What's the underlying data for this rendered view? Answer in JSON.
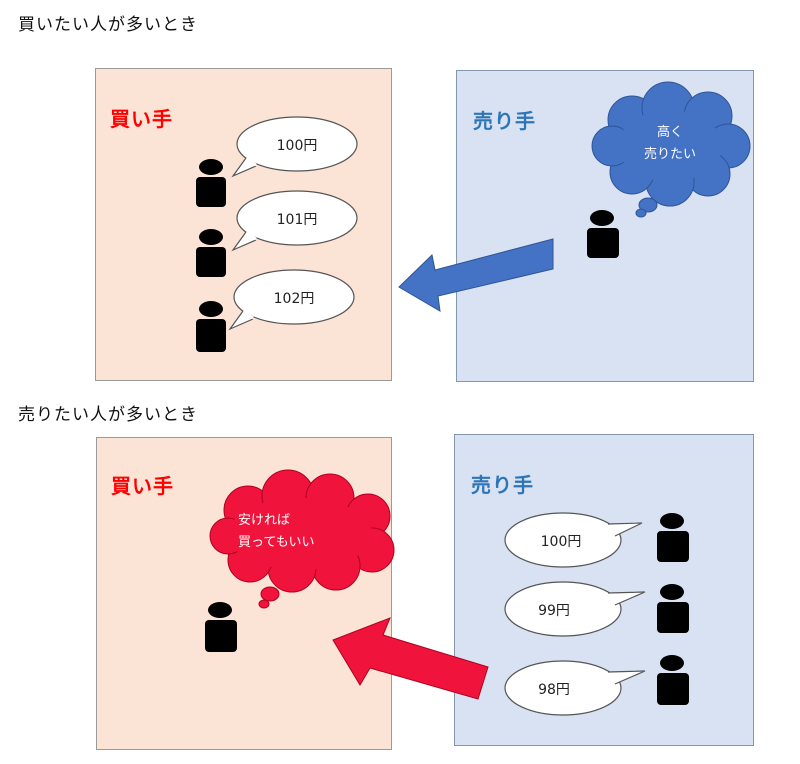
{
  "section1": {
    "heading": "買いたい人が多いとき",
    "buyer_title": "買い手",
    "seller_title": "売り手",
    "buyer_bids": [
      "100円",
      "101円",
      "102円"
    ],
    "seller_thought": [
      "高く",
      "売りたい"
    ]
  },
  "section2": {
    "heading": "売りたい人が多いとき",
    "buyer_title": "買い手",
    "seller_title": "売り手",
    "buyer_thought": [
      "安ければ",
      "買ってもいい"
    ],
    "seller_asks": [
      "100円",
      "99円",
      "98円"
    ]
  },
  "colors": {
    "buyer_box": "#fbe4d5",
    "seller_box": "#d9e2f3",
    "buyer_title": "#ff0000",
    "seller_title": "#2e75b6",
    "blue_arrow": "#4472c4",
    "red_arrow": "#f0143c",
    "blue_cloud": "#4472c4",
    "red_cloud": "#f0143c"
  }
}
